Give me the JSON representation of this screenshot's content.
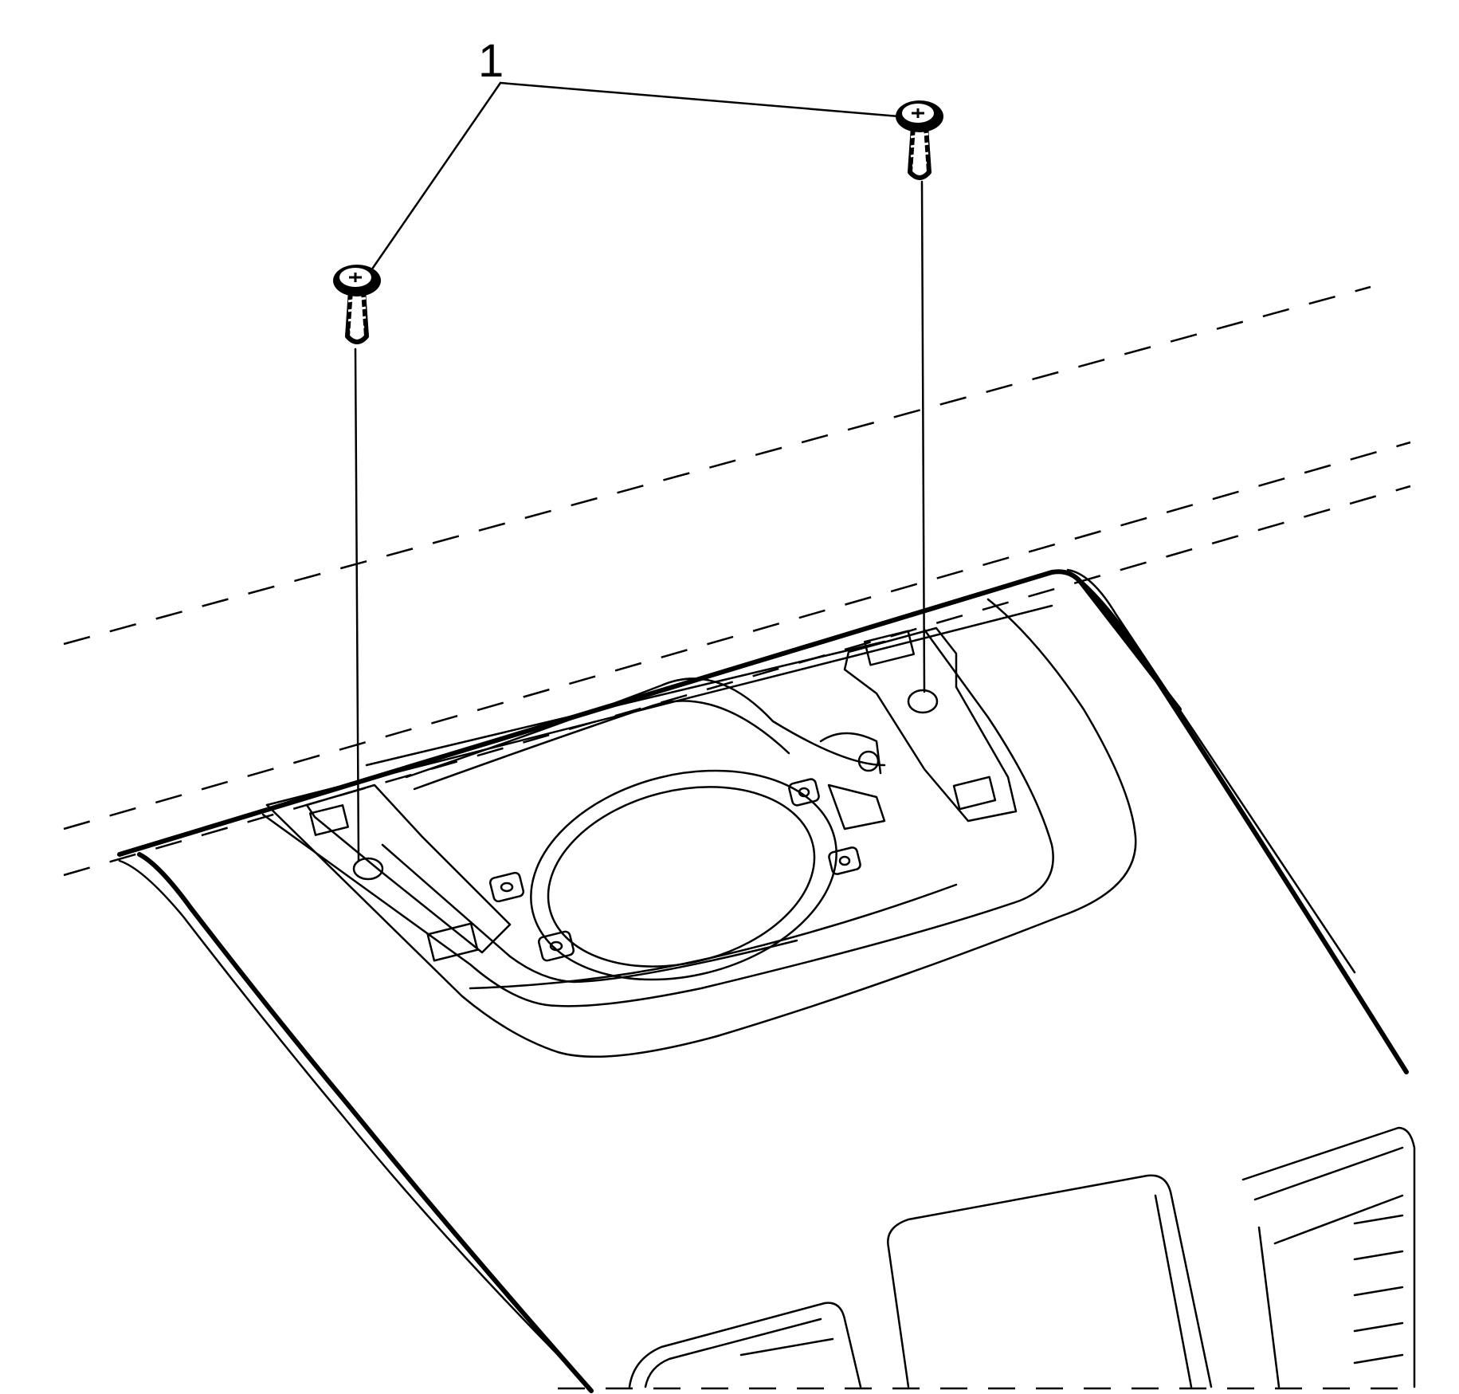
{
  "callouts": [
    {
      "label": "1",
      "refers_to": [
        "screw-left",
        "screw-right"
      ]
    }
  ],
  "colors": {
    "line": "#000000",
    "background": "#ffffff"
  }
}
